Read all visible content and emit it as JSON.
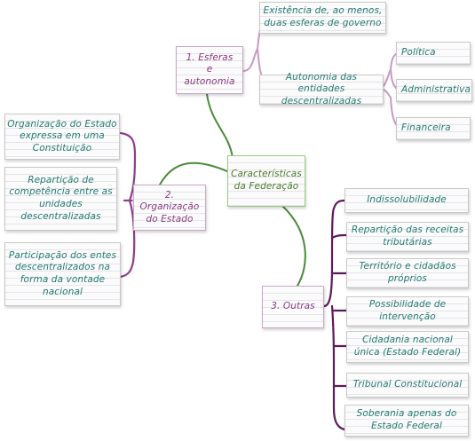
{
  "colors": {
    "teal_text": "#237a72",
    "pink_text": "#8b3a82",
    "pink_line": "#8e3e8c",
    "light_pink_line": "#c79ac4",
    "green_text": "#4a7a2a",
    "green_line": "#4a8a3a",
    "dark_purple_line": "#5e1a5c"
  },
  "center": {
    "label": "Características da Federação"
  },
  "branch1": {
    "label": "1. Esferas e autonomia",
    "items": [
      "Existência de, ao menos, duas esferas de governo",
      "Autonomia das entidades descentralizadas"
    ],
    "autonomia_types": [
      "Política",
      "Administrativa",
      "Financeira"
    ]
  },
  "branch2": {
    "label": "2. Organização do Estado",
    "items": [
      "Organização do Estado expressa em uma Constituição",
      "Repartição de competência entre as unidades descentralizadas",
      "Participação dos entes descentralizados na forma da vontade nacional"
    ]
  },
  "branch3": {
    "label": "3. Outras",
    "items": [
      "Indissolubilidade",
      "Repartição das receitas tributárias",
      "Território e cidadãos próprios",
      "Possibilidade de intervenção",
      "Cidadania nacional única (Estado Federal)",
      "Tribunal Constitucional",
      "Soberania apenas do Estado Federal"
    ]
  }
}
